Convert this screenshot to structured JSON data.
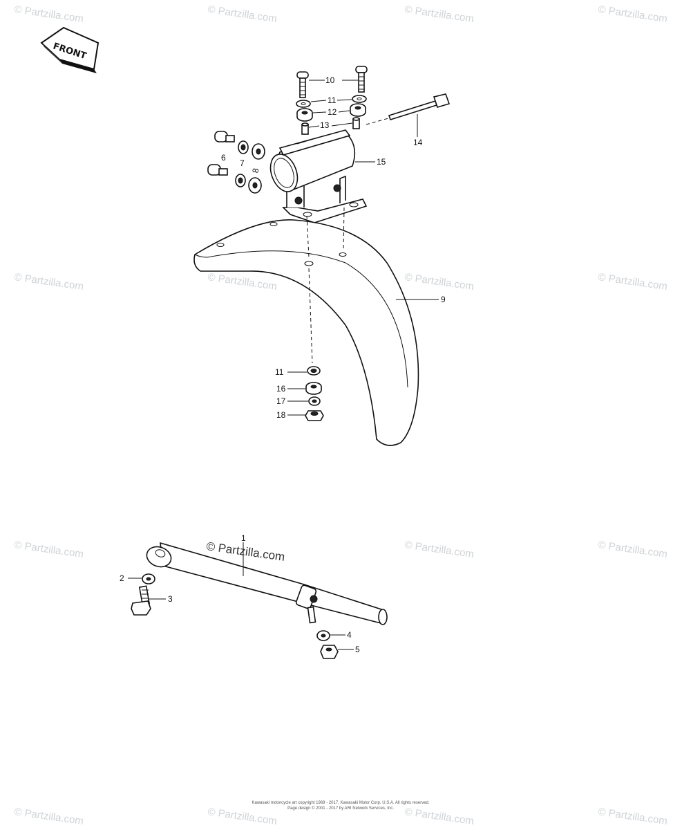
{
  "front_label": "FRONT",
  "watermark_text": "© Partzilla.com",
  "center_watermark": "© Partzilla.com",
  "callouts": {
    "c1": "1",
    "c2": "2",
    "c3": "3",
    "c4": "4",
    "c5": "5",
    "c6": "6",
    "c7": "7",
    "c8": "8",
    "c9": "9",
    "c10": "10",
    "c11a": "11",
    "c11b": "11",
    "c12": "12",
    "c13": "13",
    "c14": "14",
    "c15": "15",
    "c16": "16",
    "c17": "17",
    "c18": "18"
  },
  "footer": {
    "line1": "Kawasaki motorcycle art copyright 1969 - 2017, Kawasaki Motor Corp. U.S.A. All rights reserved.",
    "line2": "Page design © 2001 - 2017 by ARI Network Services, Inc."
  }
}
